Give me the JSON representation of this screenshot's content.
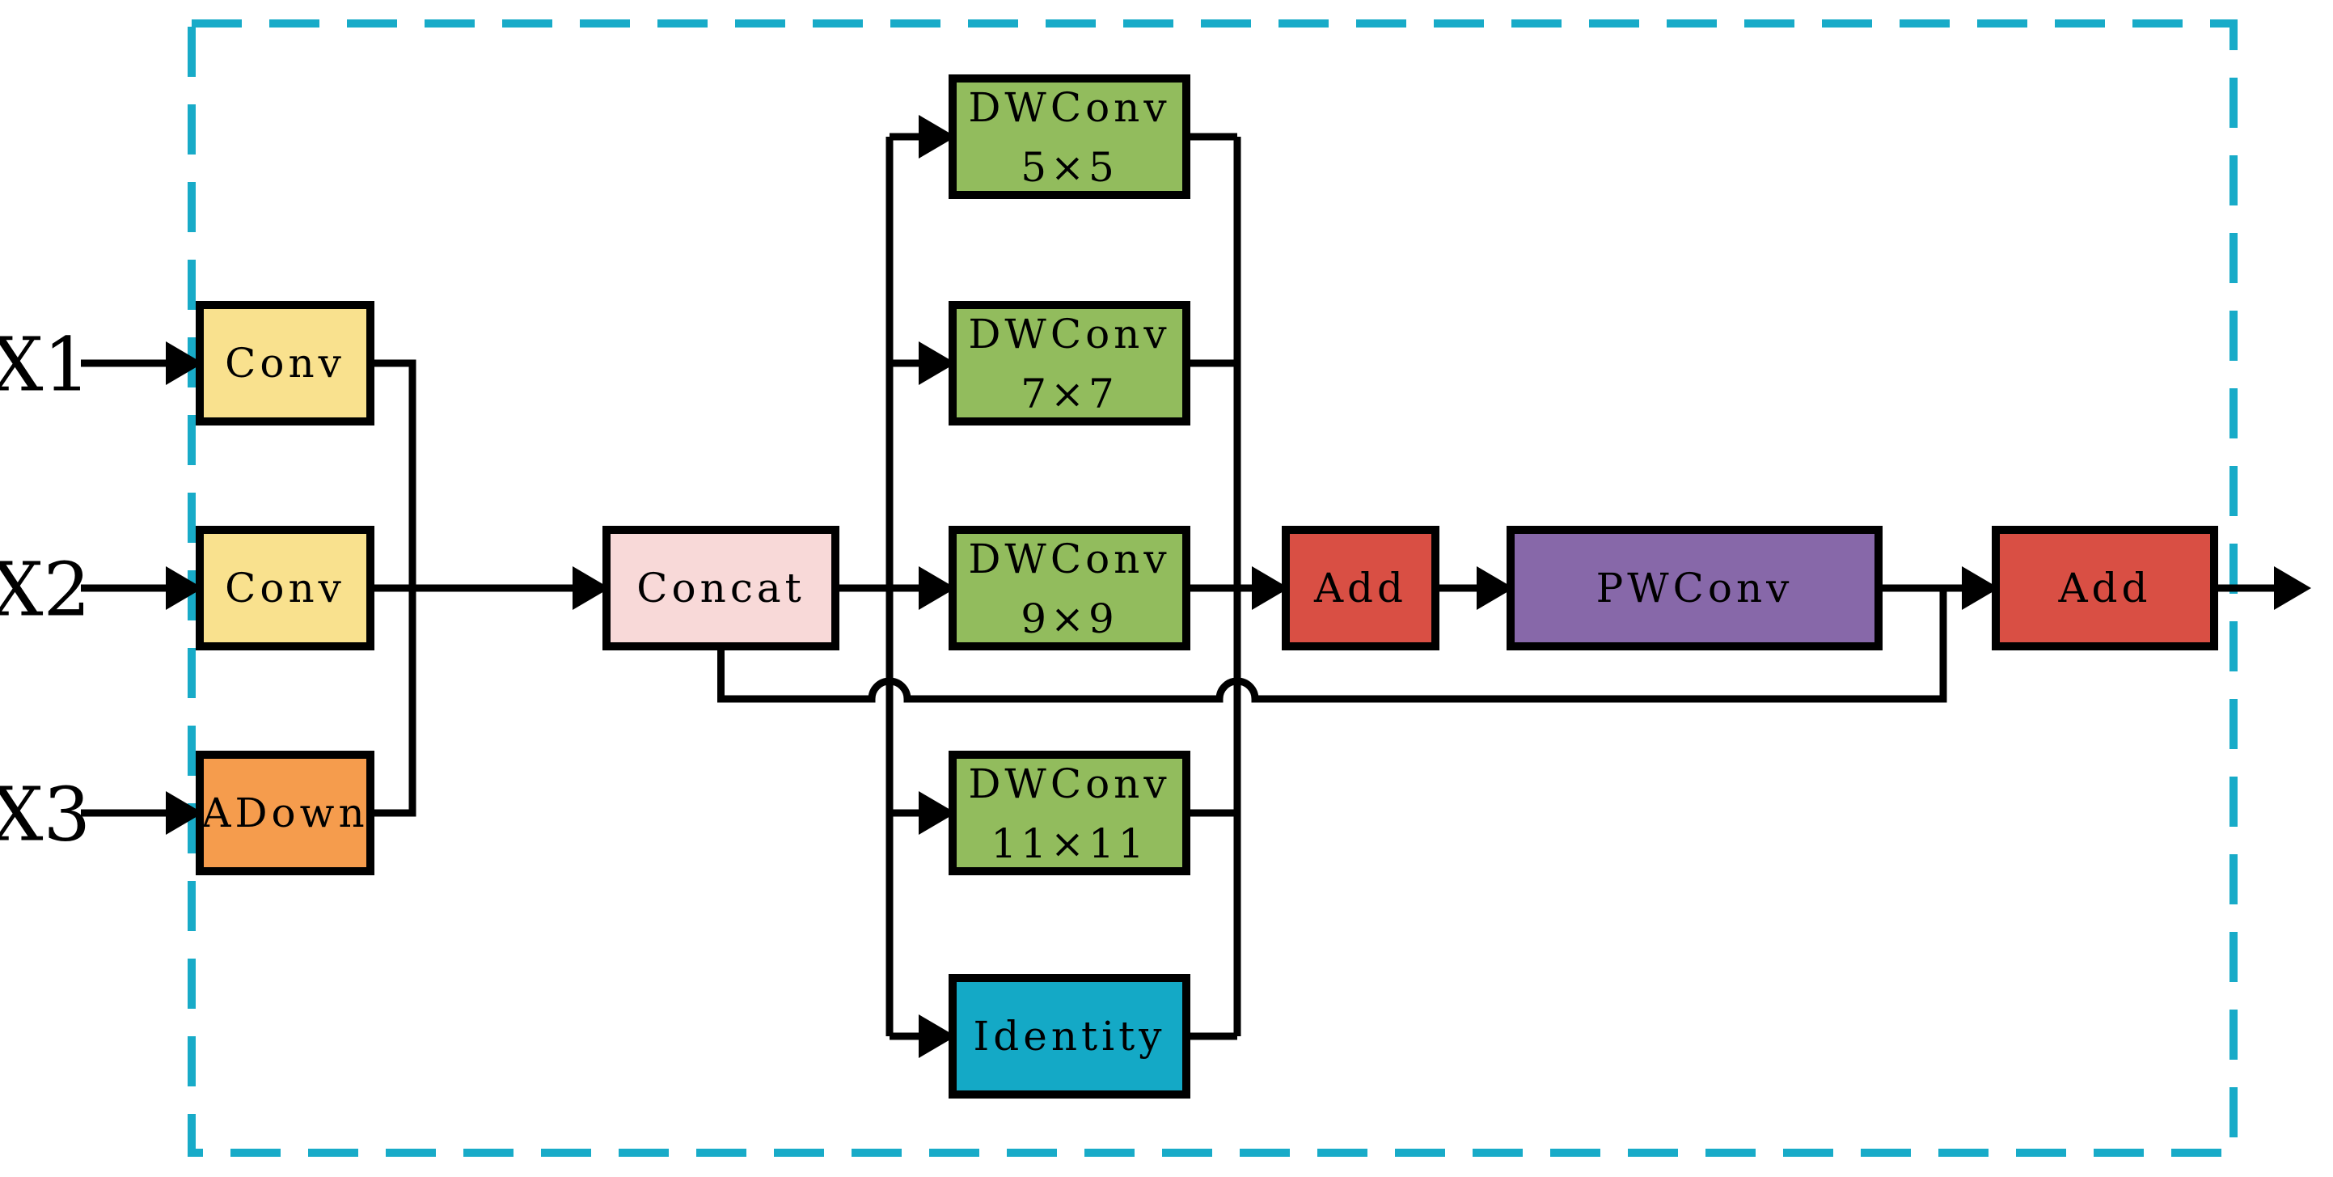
{
  "diagram": {
    "background": "#ffffff",
    "border": {
      "color": "#18ABC8",
      "style": "dashed"
    },
    "line_color": "#000000",
    "inputs": [
      {
        "id": "x1",
        "label": "X1"
      },
      {
        "id": "x2",
        "label": "X2"
      },
      {
        "id": "x3",
        "label": "X3"
      }
    ],
    "nodes": [
      {
        "id": "conv1",
        "lines": [
          "Conv"
        ],
        "fill": "#F9E18E"
      },
      {
        "id": "conv2",
        "lines": [
          "Conv"
        ],
        "fill": "#F9E18E"
      },
      {
        "id": "adown",
        "lines": [
          "ADown"
        ],
        "fill": "#F59C4D"
      },
      {
        "id": "concat",
        "lines": [
          "Concat"
        ],
        "fill": "#F8D9D8"
      },
      {
        "id": "dw5",
        "lines": [
          "DWConv",
          "5×5"
        ],
        "fill": "#92BC5D"
      },
      {
        "id": "dw7",
        "lines": [
          "DWConv",
          "7×7"
        ],
        "fill": "#92BC5D"
      },
      {
        "id": "dw9",
        "lines": [
          "DWConv",
          "9×9"
        ],
        "fill": "#92BC5D"
      },
      {
        "id": "dw11",
        "lines": [
          "DWConv",
          "11×11"
        ],
        "fill": "#92BC5D"
      },
      {
        "id": "identity",
        "lines": [
          "Identity"
        ],
        "fill": "#14A9C6"
      },
      {
        "id": "add1",
        "lines": [
          "Add"
        ],
        "fill": "#D94F44"
      },
      {
        "id": "pwconv",
        "lines": [
          "PWConv"
        ],
        "fill": "#8768A9"
      },
      {
        "id": "add2",
        "lines": [
          "Add"
        ],
        "fill": "#D94F44"
      }
    ],
    "edges": [
      {
        "from": "x1",
        "to": "conv1"
      },
      {
        "from": "x2",
        "to": "conv2"
      },
      {
        "from": "x3",
        "to": "adown"
      },
      {
        "from": "conv1",
        "to": "concat"
      },
      {
        "from": "conv2",
        "to": "concat"
      },
      {
        "from": "adown",
        "to": "concat"
      },
      {
        "from": "concat",
        "to": "dw5"
      },
      {
        "from": "concat",
        "to": "dw7"
      },
      {
        "from": "concat",
        "to": "dw9"
      },
      {
        "from": "concat",
        "to": "dw11"
      },
      {
        "from": "concat",
        "to": "identity"
      },
      {
        "from": "dw5",
        "to": "add1"
      },
      {
        "from": "dw7",
        "to": "add1"
      },
      {
        "from": "dw9",
        "to": "add1"
      },
      {
        "from": "dw11",
        "to": "add1"
      },
      {
        "from": "identity",
        "to": "add1"
      },
      {
        "from": "add1",
        "to": "pwconv"
      },
      {
        "from": "pwconv",
        "to": "add2"
      },
      {
        "from": "concat",
        "to": "add2",
        "type": "skip"
      },
      {
        "from": "add2",
        "to": "output"
      }
    ]
  }
}
